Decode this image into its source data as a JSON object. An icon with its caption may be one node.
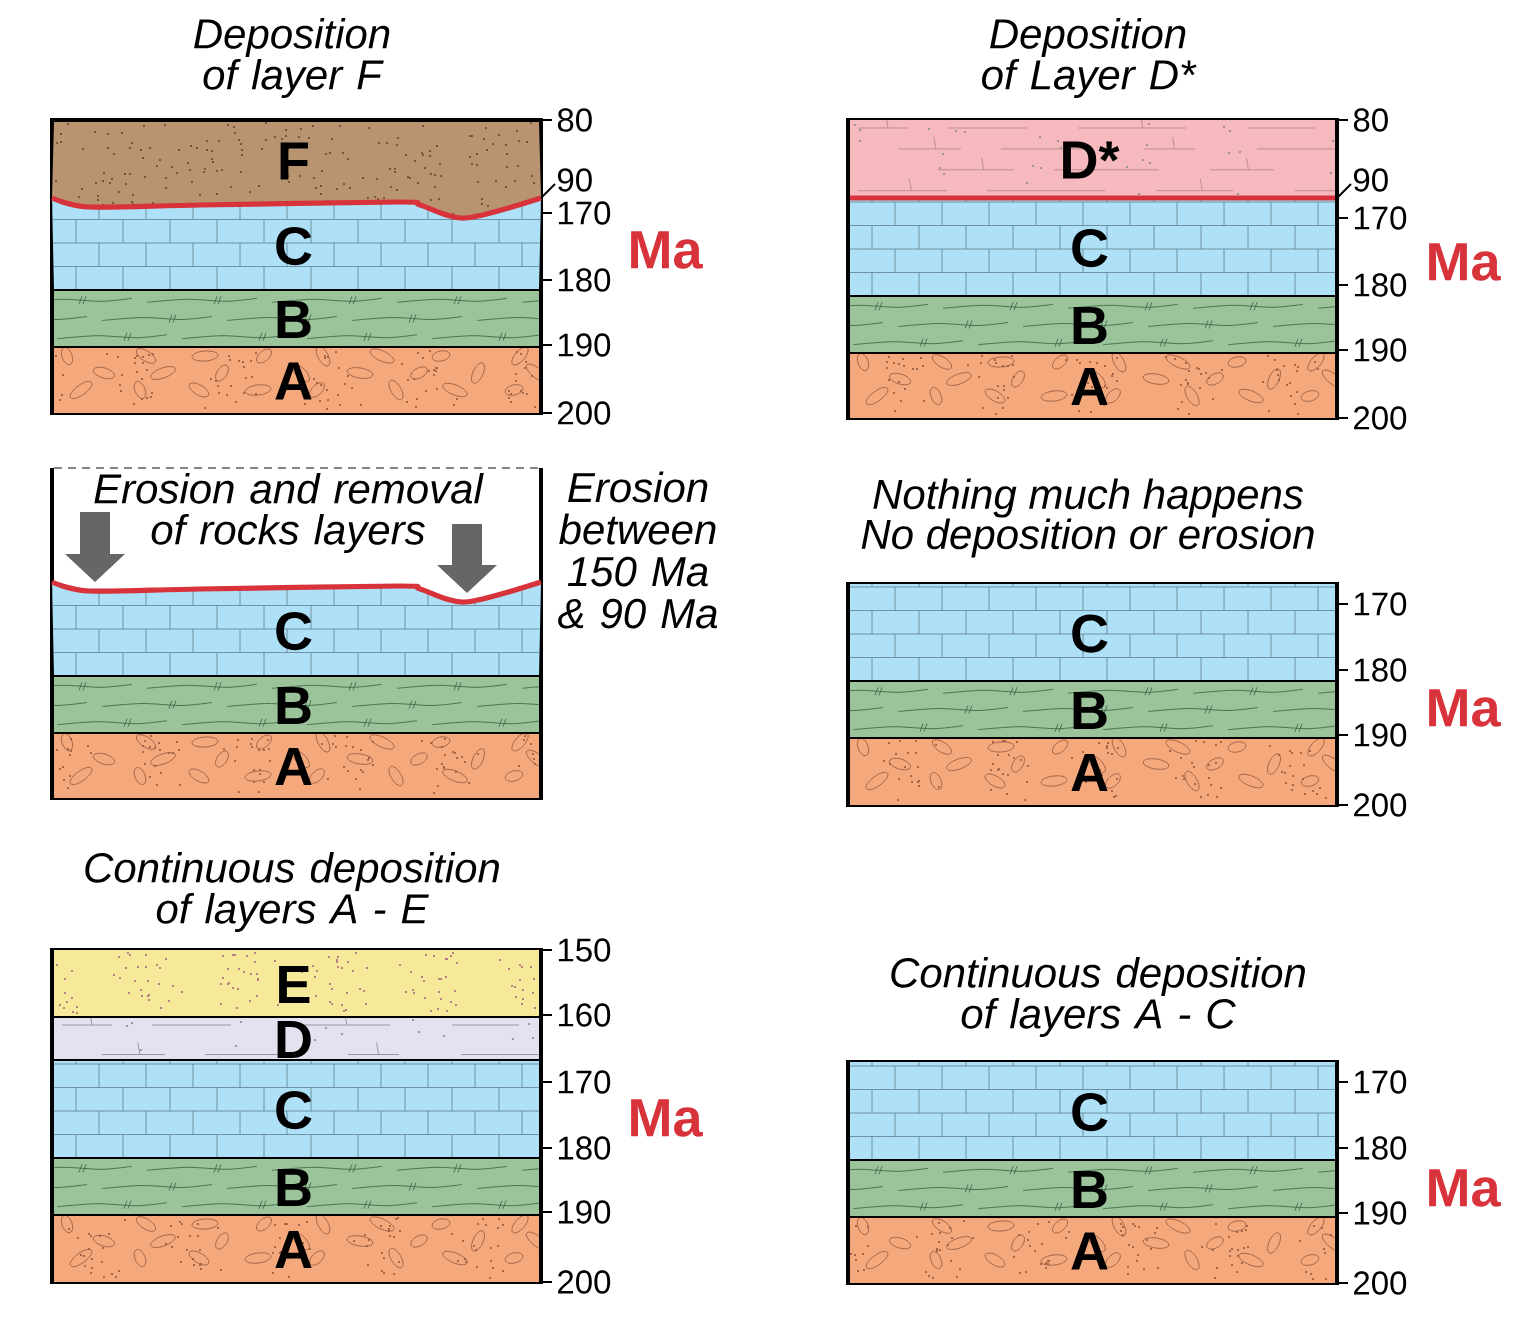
{
  "diagram": {
    "nodes": [
      {
        "text": [
          "Deposition of layer F"
        ]
      },
      {
        "text": [
          "F"
        ],
        "in": 0
      },
      {
        "text": [
          "C"
        ],
        "in": 0
      },
      {
        "text": [
          "B"
        ],
        "in": 0
      },
      {
        "text": [
          "A"
        ],
        "in": 0
      },
      {
        "text": [
          "Deposition of Layer D*"
        ]
      },
      {
        "text": [
          "D*"
        ],
        "in": 5
      },
      {
        "text": [
          "C"
        ],
        "in": 5
      },
      {
        "text": [
          "B"
        ],
        "in": 5
      },
      {
        "text": [
          "A"
        ],
        "in": 5
      },
      {
        "text": [
          "Erosion and removal of rocks layers"
        ],
        "beside": [
          "Erosion between 150 Ma & 90 Ma"
        ]
      },
      {
        "text": [
          "C"
        ],
        "in": 10
      },
      {
        "text": [
          "B"
        ],
        "in": 10
      },
      {
        "text": [
          "A"
        ],
        "in": 10
      },
      {
        "text": [
          "Nothing much happens",
          "No deposition or erosion"
        ]
      },
      {
        "text": [
          "C"
        ],
        "in": 14
      },
      {
        "text": [
          "B"
        ],
        "in": 14
      },
      {
        "text": [
          "A"
        ],
        "in": 14
      },
      {
        "text": [
          "Continuous deposition of layers A - E"
        ]
      },
      {
        "text": [
          "E"
        ],
        "in": 18
      },
      {
        "text": [
          "D"
        ],
        "in": 18
      },
      {
        "text": [
          "C"
        ],
        "in": 18
      },
      {
        "text": [
          "B"
        ],
        "in": 18
      },
      {
        "text": [
          "A"
        ],
        "in": 18
      },
      {
        "text": [
          "Continuous deposition of layers A - C"
        ]
      },
      {
        "text": [
          "C"
        ],
        "in": 24
      },
      {
        "text": [
          "B"
        ],
        "in": 24
      },
      {
        "text": [
          "A"
        ],
        "in": 24
      }
    ],
    "labels": [
      "80",
      "90",
      "170",
      "180",
      "190",
      "200",
      "Ma",
      "80",
      "90",
      "170",
      "180",
      "190",
      "200",
      "Ma",
      "170",
      "180",
      "190",
      "200",
      "Ma",
      "150",
      "160",
      "170",
      "180",
      "190",
      "200",
      "Ma",
      "170",
      "180",
      "190",
      "200",
      "Ma"
    ]
  }
}
